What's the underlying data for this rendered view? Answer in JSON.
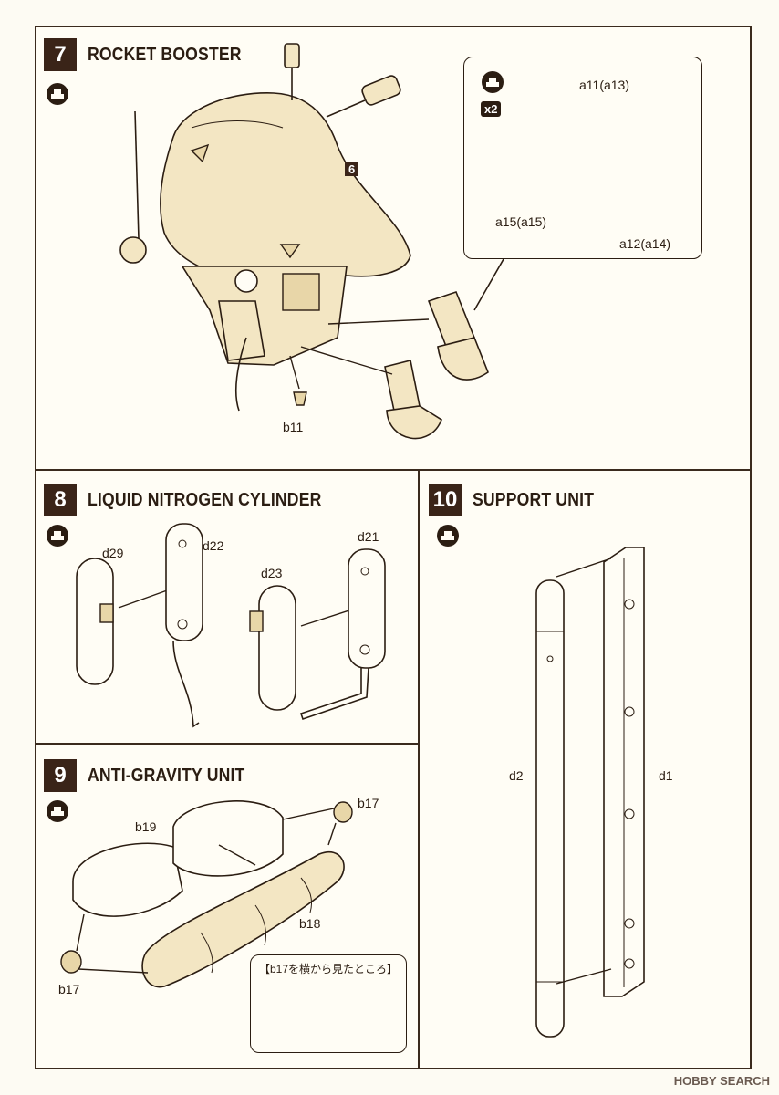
{
  "steps": {
    "s7": {
      "number": "7",
      "title": "ROCKET BOOSTER"
    },
    "s8": {
      "number": "8",
      "title": "LIQUID NITROGEN CYLINDER"
    },
    "s9": {
      "number": "9",
      "title": "ANTI-GRAVITY UNIT"
    },
    "s10": {
      "number": "10",
      "title": "SUPPORT UNIT"
    }
  },
  "labels": {
    "ref6": "6",
    "b11": "b11",
    "a11": "a11(a13)",
    "a15": "a15(a15)",
    "a12": "a12(a14)",
    "times2": "x2",
    "d29": "d29",
    "d22": "d22",
    "d23": "d23",
    "d21": "d21",
    "b19": "b19",
    "b17_top": "b17",
    "b18": "b18",
    "b17_bottom": "b17",
    "d2": "d2",
    "d1": "d1",
    "side_view_note": "【b17を横から見たところ】"
  },
  "watermark": "HOBBY SEARCH",
  "icons": [
    "glue-icon",
    "arrow-icon"
  ],
  "colors": {
    "step_badge": "#3a2418",
    "part_fill": "#f3e6c3",
    "line": "#2b1d12"
  }
}
